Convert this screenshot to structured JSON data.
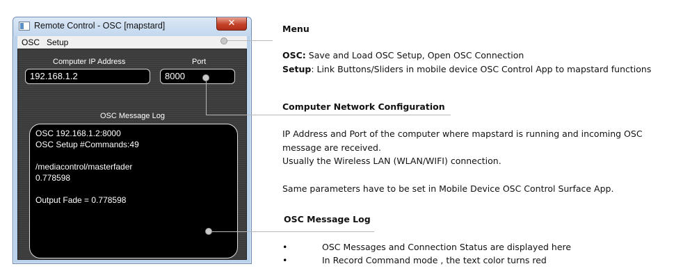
{
  "window": {
    "title": "Remote Control - OSC [mapstard]",
    "close_label": "✕"
  },
  "menu": {
    "items": [
      "OSC",
      "Setup"
    ]
  },
  "network": {
    "ip_label": "Computer IP Address",
    "ip_value": "192.168.1.2",
    "port_label": "Port",
    "port_value": "8000"
  },
  "log": {
    "label": "OSC Message Log",
    "lines": [
      "OSC 192.168.1.2:8000",
      "OSC Setup #Commands:49",
      "",
      "/mediacontrol/masterfader",
      "0.778598",
      "",
      "Output Fade = 0.778598"
    ]
  },
  "annotations": {
    "menu": {
      "heading": "Menu",
      "osc_term": "OSC:",
      "osc_text": " Save and Load OSC Setup, Open OSC Connection",
      "setup_term": "Setup",
      "setup_text": ": Link Buttons/Sliders in mobile device OSC Control App to mapstard functions"
    },
    "network": {
      "heading": "Computer Network Configuration",
      "line1": "IP Address and Port of the computer where mapstard is running and incoming OSC",
      "line2": "message are received.",
      "line3": "Usually the Wireless LAN (WLAN/WIFI) connection.",
      "line4": "Same parameters have to be set in Mobile Device OSC Control Surface App."
    },
    "log": {
      "heading": "OSC Message Log",
      "bullet": "•",
      "item1": "OSC Messages and Connection Status are displayed here",
      "item2": "In Record Command mode , the text color turns red"
    }
  }
}
